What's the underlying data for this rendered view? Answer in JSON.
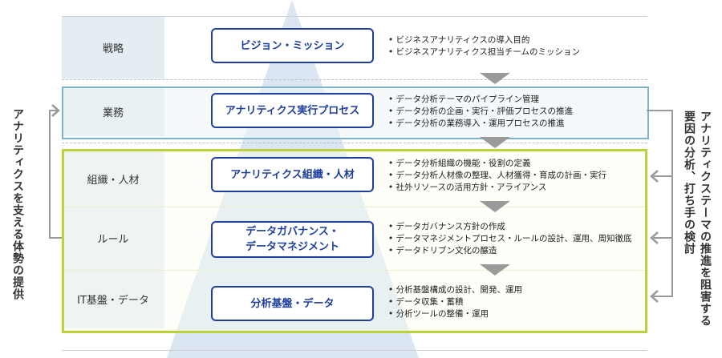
{
  "rows": [
    {
      "label": "戦略",
      "box_lines": [
        "ビジョン・ミッション"
      ],
      "bullets": [
        "ビジネスアナリティクスの導入目的",
        "ビジネスアナリティクス担当チームのミッション"
      ]
    },
    {
      "label": "業務",
      "box_lines": [
        "アナリティクス実行プロセス"
      ],
      "bullets": [
        "データ分析テーマのパイプライン管理",
        "データ分析の企画・実行・評価プロセスの推進",
        "データ分析の業務導入・運用プロセスの推進"
      ]
    },
    {
      "label": "組織・人材",
      "box_lines": [
        "アナリティクス組織・人材"
      ],
      "bullets": [
        "データ分析組織の機能・役割の定義",
        "データ分析人材像の整理、人材獲得・育成の計画・実行",
        "社外リソースの活用方針・アライアンス"
      ]
    },
    {
      "label": "ルール",
      "box_lines": [
        "データガバナンス・",
        "データマネジメント"
      ],
      "bullets": [
        "データガバナンス方針の作成",
        "データマネジメントプロセス・ルールの設計、運用、周知徹底",
        "データドリブン文化の醸造"
      ]
    },
    {
      "label": "IT基盤・データ",
      "box_lines": [
        "分析基盤・データ"
      ],
      "bullets": [
        "分析基盤構成の設計、開発、運用",
        "データ収集・蓄積",
        "分析ツールの整備・運用"
      ]
    }
  ],
  "left_side_text": "アナリティクスを支える体勢の提供",
  "right_side_text": [
    "アナリティクステーマの推進を阻害する",
    "要因の分析、打ち手の検討"
  ],
  "colors": {
    "box_border": "#1e3fa0",
    "business_frame": "#7fb3c8",
    "support_frame": "#bcd23a",
    "arrow_gray": "#9a9a9a",
    "pyramid": "#c9d9ec"
  }
}
